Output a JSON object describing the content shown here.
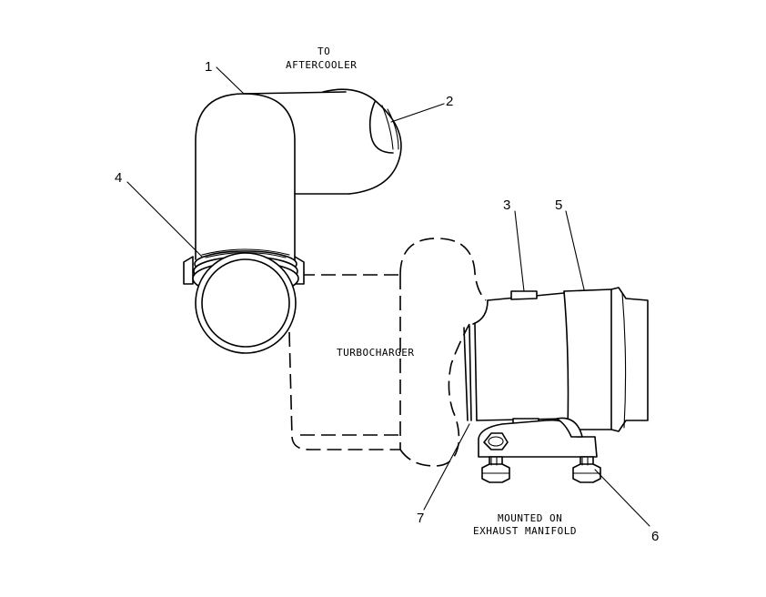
{
  "labels": {
    "to_aftercooler_line1": "TO",
    "to_aftercooler_line2": "AFTERCOOLER",
    "turbocharger": "TURBOCHARGER",
    "mounted_line1": "MOUNTED ON",
    "mounted_line2": "EXHAUST MANIFOLD"
  },
  "callouts": {
    "c1": "1",
    "c2": "2",
    "c3": "3",
    "c4": "4",
    "c5": "5",
    "c6": "6",
    "c7": "7"
  }
}
